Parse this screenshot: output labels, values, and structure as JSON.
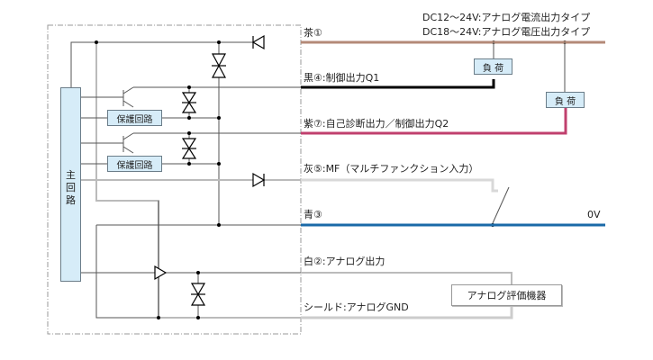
{
  "supply_notes": {
    "current_type": "DC12〜24V:アナログ電流出力タイプ",
    "voltage_type": "DC18〜24V:アナログ電圧出力タイプ"
  },
  "main_circuit": {
    "label_chars": [
      "主",
      "回",
      "路"
    ]
  },
  "protection_circuits": [
    {
      "label": "保護回路"
    },
    {
      "label": "保護回路"
    }
  ],
  "wires": [
    {
      "id": "brown",
      "label": "茶①",
      "color": "#b48a78"
    },
    {
      "id": "black",
      "label": "黒④:制御出力Q1",
      "color": "#000000"
    },
    {
      "id": "violet",
      "label": "紫⑦:自己診断出力／制御出力Q2",
      "color": "#c0406e"
    },
    {
      "id": "gray",
      "label": "灰⑤:MF（マルチファンクション入力）",
      "color": "#d0d0d0"
    },
    {
      "id": "blue",
      "label": "青③",
      "color": "#1a6aa8"
    },
    {
      "id": "white",
      "label": "白②:アナログ出力",
      "color": "#cccccc"
    },
    {
      "id": "shield",
      "label": "シールド:アナログGND",
      "color": "#cccccc"
    }
  ],
  "loads": [
    {
      "label": "負 荷"
    },
    {
      "label": "負 荷"
    }
  ],
  "zero_volt_label": "0V",
  "analog_device": {
    "label": "アナログ評価機器"
  },
  "colors": {
    "box_fill": "#d6ecf8",
    "box_border": "#6b7d89",
    "internal_wire": "#555555",
    "rail": "#bbbbbb"
  }
}
